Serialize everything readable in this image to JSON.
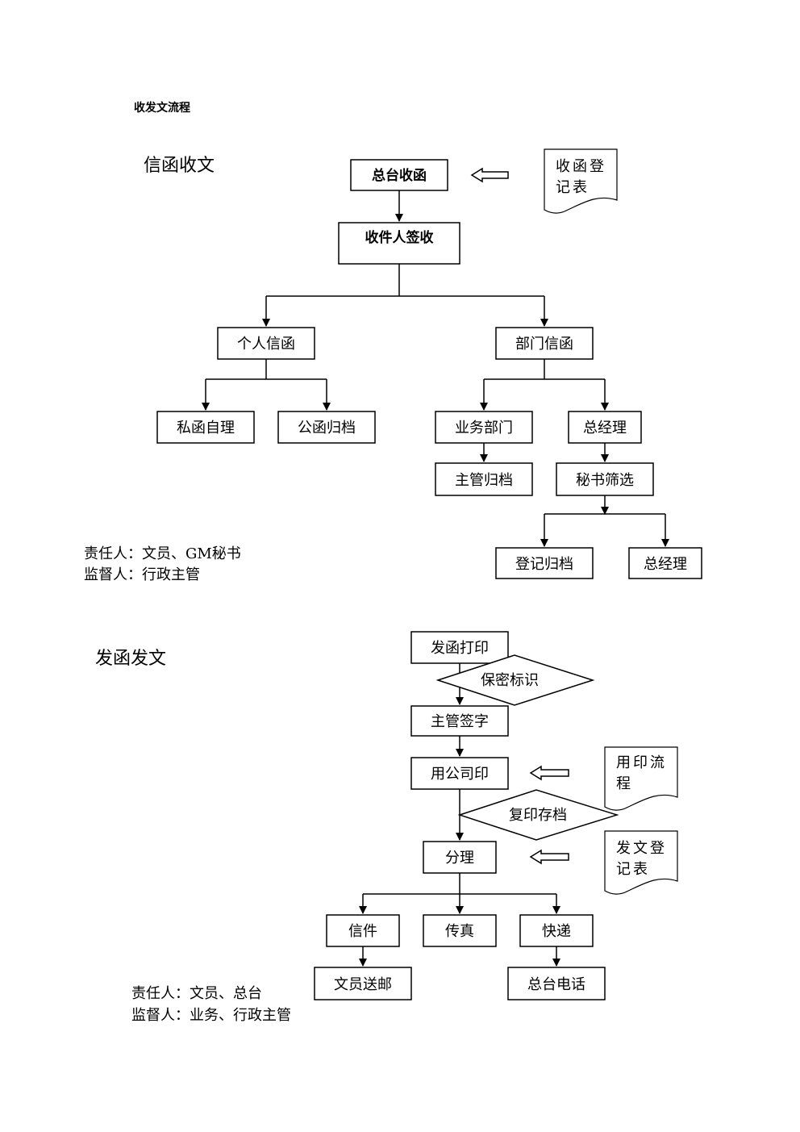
{
  "doc_title": "收发文流程",
  "section1": {
    "title": "信函收文",
    "boxes": {
      "front_desk_receive": "总台收函",
      "recipient_sign": "收件人签收",
      "personal_letter": "个人信函",
      "dept_letter": "部门信函",
      "private_handle": "私函自理",
      "public_archive": "公函归档",
      "business_dept": "业务部门",
      "gm_1": "总经理",
      "supervisor_archive": "主管归档",
      "secretary_screen": "秘书筛选",
      "register_archive": "登记归档",
      "gm_2": "总经理"
    },
    "note": {
      "line1": "收函登",
      "line2": "记表"
    },
    "responsible": "责任人：文员、GM秘书",
    "supervisor": "监督人：行政主管"
  },
  "section2": {
    "title": "发函发文",
    "boxes": {
      "print": "发函打印",
      "confidential": "保密标识",
      "supervisor_sign": "主管签字",
      "company_seal": "用公司印",
      "copy_archive": "复印存档",
      "sort": "分理",
      "letter": "信件",
      "fax": "传真",
      "express": "快递",
      "clerk_mail": "文员送邮",
      "front_desk_phone": "总台电话"
    },
    "note_seal": {
      "line1": "用印流",
      "line2": "程"
    },
    "note_register": {
      "line1": "发文登",
      "line2": "记表"
    },
    "responsible": "责任人：文员、总台",
    "supervisor": "监督人：业务、行政主管"
  }
}
